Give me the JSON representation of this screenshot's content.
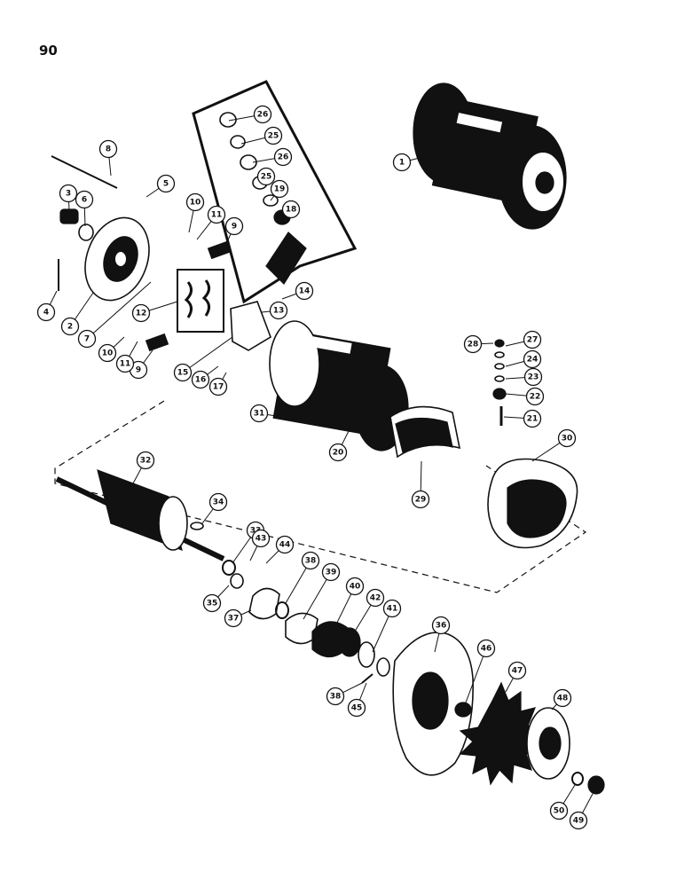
{
  "page_number": "90",
  "callouts": [
    "1",
    "2",
    "3",
    "4",
    "5",
    "6",
    "7",
    "8",
    "9",
    "10",
    "11",
    "12",
    "13",
    "14",
    "15",
    "16",
    "17",
    "18",
    "19",
    "20",
    "21",
    "22",
    "23",
    "24",
    "25",
    "26",
    "27",
    "28",
    "29",
    "30",
    "31",
    "32",
    "33",
    "34",
    "35",
    "36",
    "37",
    "38",
    "39",
    "40",
    "41",
    "42",
    "43",
    "44",
    "45",
    "46",
    "47",
    "48",
    "49",
    "50"
  ]
}
